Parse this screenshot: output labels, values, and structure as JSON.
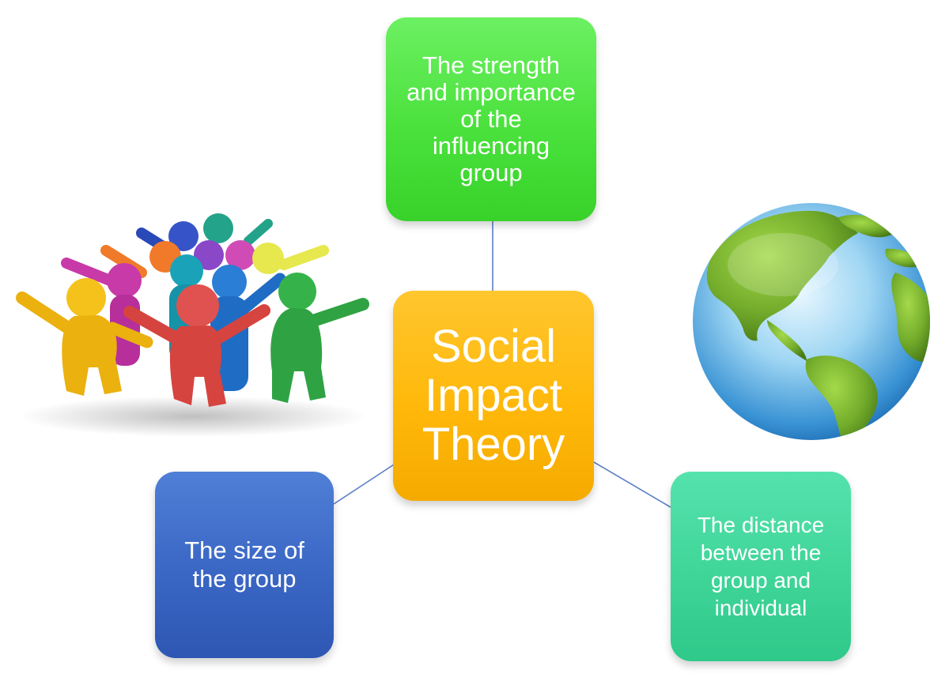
{
  "diagram": {
    "center": {
      "label": "Social\nImpact\nTheory",
      "color": "#ffb80a"
    },
    "nodes": [
      {
        "id": "top",
        "label": "The strength\nand importance\nof the\ninfluencing\ngroup",
        "color": "#4ae13c"
      },
      {
        "id": "left",
        "label": "The size of\nthe group",
        "color": "#3a66c4"
      },
      {
        "id": "right",
        "label": "The distance\nbetween the\ngroup and\nindividual",
        "color": "#3fd598"
      }
    ],
    "connector_color": "#5b7fc7"
  },
  "illustrations": {
    "left": {
      "icon": "people-group-icon"
    },
    "right": {
      "icon": "globe-icon"
    }
  }
}
